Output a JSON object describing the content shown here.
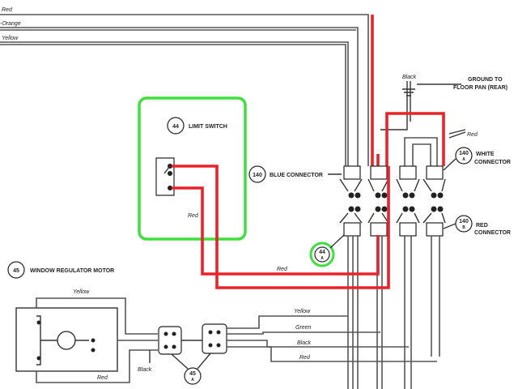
{
  "top_wires": {
    "red": "Red",
    "orange": "-Orange",
    "yellow": "Yellow"
  },
  "limit_switch": {
    "id": "44",
    "label": "LIMIT SWITCH",
    "wire_red": "Red",
    "highlight_color": "#3ee03e"
  },
  "ground": {
    "wire": "Black",
    "label_line1": "GROUND TO",
    "label_line2": "FLOOR PAN (REAR)"
  },
  "blue_connector": {
    "id": "140",
    "label": "BLUE CONNECTOR"
  },
  "white_connector": {
    "id": "140",
    "sub": "A",
    "label_line1": "WHITE",
    "label_line2": "CONNECTOR"
  },
  "red_connector": {
    "id": "140",
    "sub": "B",
    "label_line1": "RED",
    "label_line2": "CONNECTOR"
  },
  "right_red": "Red",
  "callout_44a": {
    "id": "44",
    "sub": "A"
  },
  "mid_red": "Red",
  "motor": {
    "id": "45",
    "label": "WINDOW REGULATOR MOTOR",
    "wire_yellow": "Yellow",
    "wire_red": "Red"
  },
  "plug_45a": {
    "id": "45",
    "sub": "A"
  },
  "bottom_wires": {
    "black_left": "Black",
    "yellow": "Yellow",
    "green": "Green",
    "black": "Black",
    "red": "Red"
  },
  "colors": {
    "red_wire": "#e8232a",
    "ink": "#222222"
  }
}
